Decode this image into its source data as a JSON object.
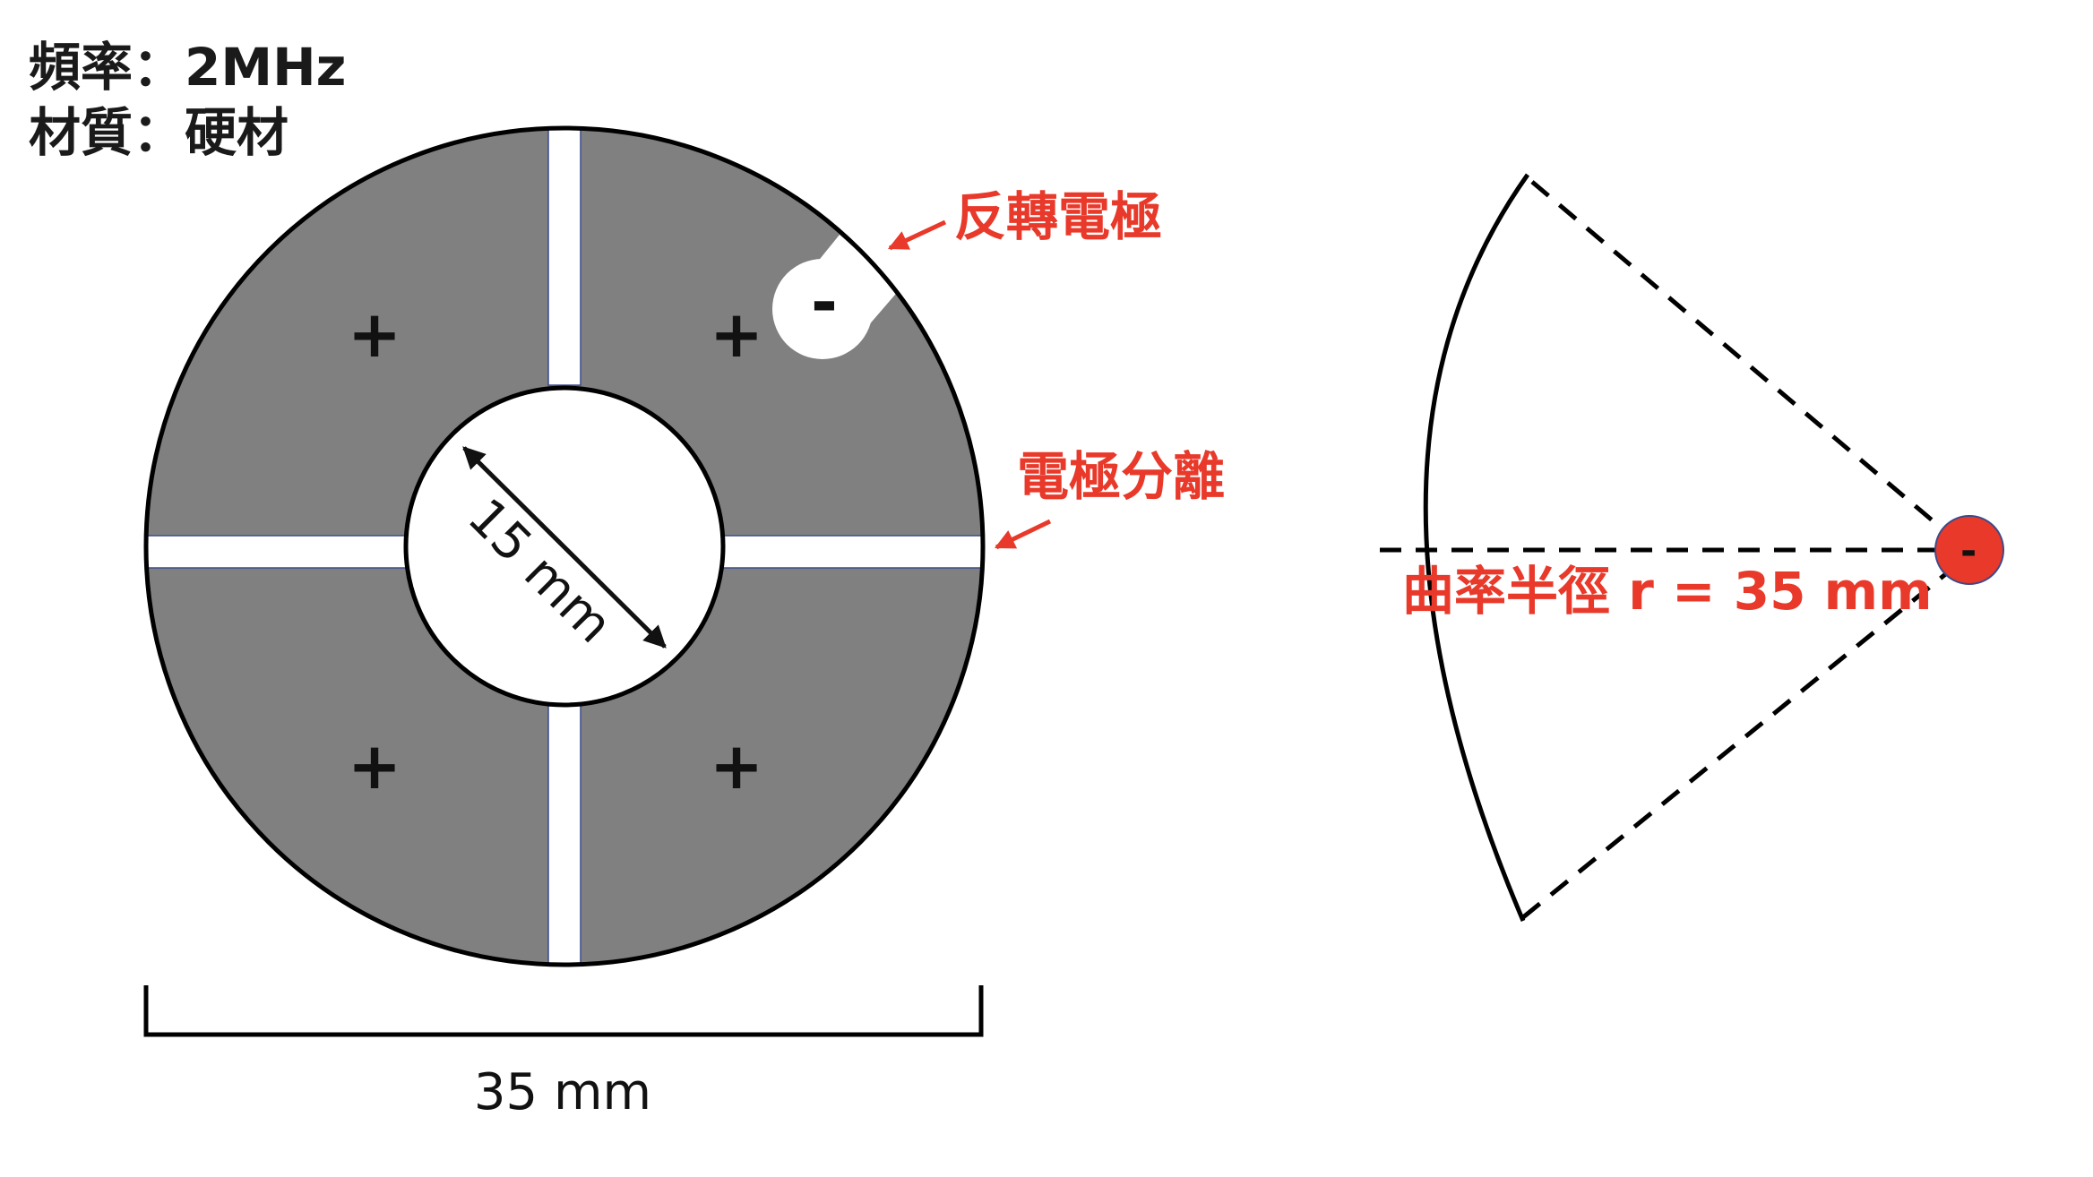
{
  "specs": {
    "frequency": "頻率：2MHz",
    "material": "材質：硬材"
  },
  "labels": {
    "reverse_electrode": "反轉電極",
    "electrode_separation": "電極分離",
    "inner_diameter": "15 mm",
    "outer_diameter": "35 mm",
    "curvature_radius": "曲率半徑 r = 35 mm"
  },
  "signs": {
    "plus": "+",
    "minus": "-"
  },
  "colors": {
    "electrode_fill": "#808080",
    "annotation_red": "#e8392a",
    "focal_point": "#e8392a",
    "gap_fill": "#ffffff",
    "gap_edge": "#3a4a8a"
  }
}
